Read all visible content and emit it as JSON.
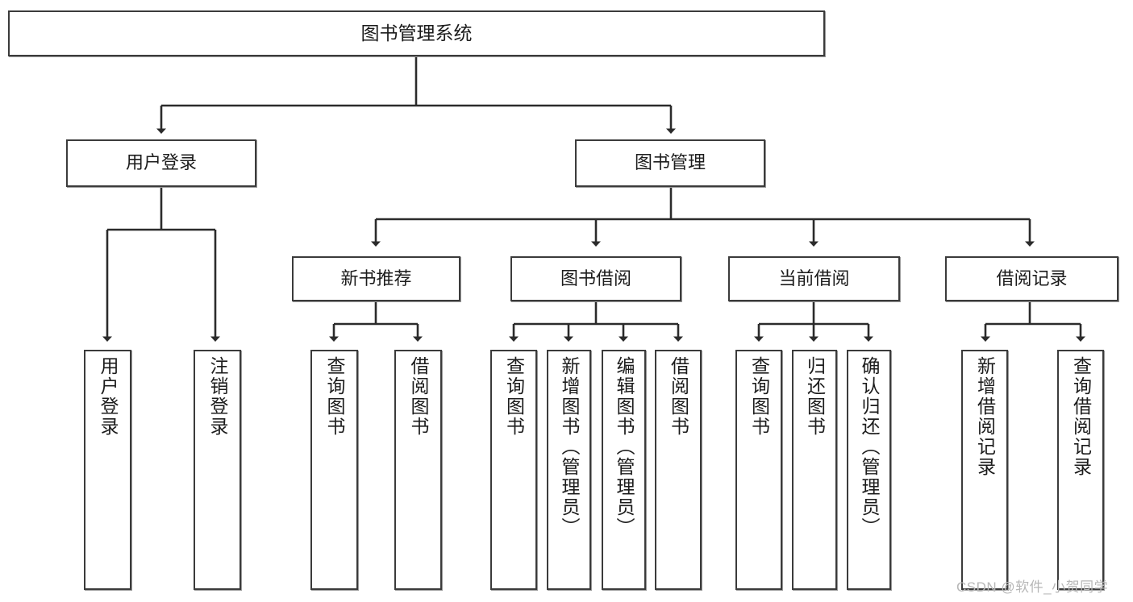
{
  "diagram": {
    "title": "图书管理系统",
    "type": "hierarchy-tree",
    "watermark": "CSDN @软件_小贺同学",
    "colors": {
      "border": "#3b3b3b",
      "background": "#ffffff",
      "text": "#1c1c1c",
      "connector": "#2b2b2b",
      "watermark": "#b7b7b7"
    },
    "nodes": {
      "root": {
        "label": "图书管理系统"
      },
      "level2": [
        {
          "id": "user-login",
          "label": "用户登录"
        },
        {
          "id": "book-manage",
          "label": "图书管理"
        }
      ],
      "level3": [
        {
          "id": "new-book-rec",
          "label": "新书推荐"
        },
        {
          "id": "book-borrow",
          "label": "图书借阅"
        },
        {
          "id": "current-borrow",
          "label": "当前借阅"
        },
        {
          "id": "borrow-record",
          "label": "借阅记录"
        }
      ],
      "level4": [
        {
          "id": "leaf-user-login",
          "label": "用户登录"
        },
        {
          "id": "leaf-logout",
          "label": "注销登录"
        },
        {
          "id": "leaf-query-book-1",
          "label": "查询图书"
        },
        {
          "id": "leaf-borrow-book-1",
          "label": "借阅图书"
        },
        {
          "id": "leaf-query-book-2",
          "label": "查询图书"
        },
        {
          "id": "leaf-add-book",
          "label": "新增图书（管理员）"
        },
        {
          "id": "leaf-edit-book",
          "label": "编辑图书（管理员）"
        },
        {
          "id": "leaf-borrow-book-2",
          "label": "借阅图书"
        },
        {
          "id": "leaf-query-book-3",
          "label": "查询图书"
        },
        {
          "id": "leaf-return-book",
          "label": "归还图书"
        },
        {
          "id": "leaf-confirm-return",
          "label": "确认归还（管理员）"
        },
        {
          "id": "leaf-add-record",
          "label": "新增借阅记录"
        },
        {
          "id": "leaf-query-record",
          "label": "查询借阅记录"
        }
      ]
    }
  }
}
